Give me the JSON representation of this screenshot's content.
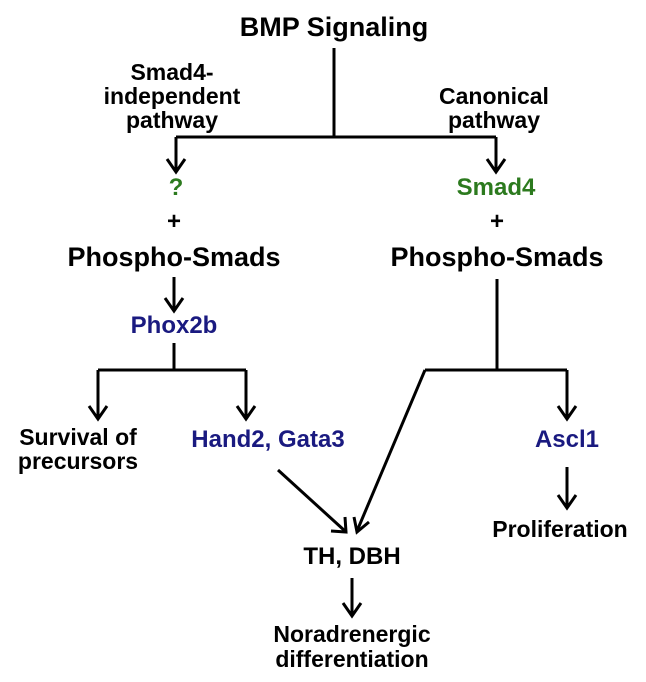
{
  "colors": {
    "text": "#000000",
    "unknown_factor": "#2c7a1e",
    "gene": "#1a1a80",
    "arrow": "#000000"
  },
  "nodes": {
    "bmp_signaling": "BMP Signaling",
    "smad4_independent_line1": "Smad4-",
    "smad4_independent_line2": "independent",
    "smad4_independent_line3": "pathway",
    "canonical_line1": "Canonical",
    "canonical_line2": "pathway",
    "unknown_factor": "?",
    "smad4": "Smad4",
    "plus_left": "+",
    "plus_right": "+",
    "phospho_smads_left": "Phospho-Smads",
    "phospho_smads_right": "Phospho-Smads",
    "phox2b": "Phox2b",
    "survival_line1": "Survival of",
    "survival_line2": "precursors",
    "hand2_gata3": "Hand2, Gata3",
    "ascl1": "Ascl1",
    "proliferation": "Proliferation",
    "th_dbh": "TH, DBH",
    "noradrenergic_line1": "Noradrenergic",
    "noradrenergic_line2": "differentiation"
  }
}
